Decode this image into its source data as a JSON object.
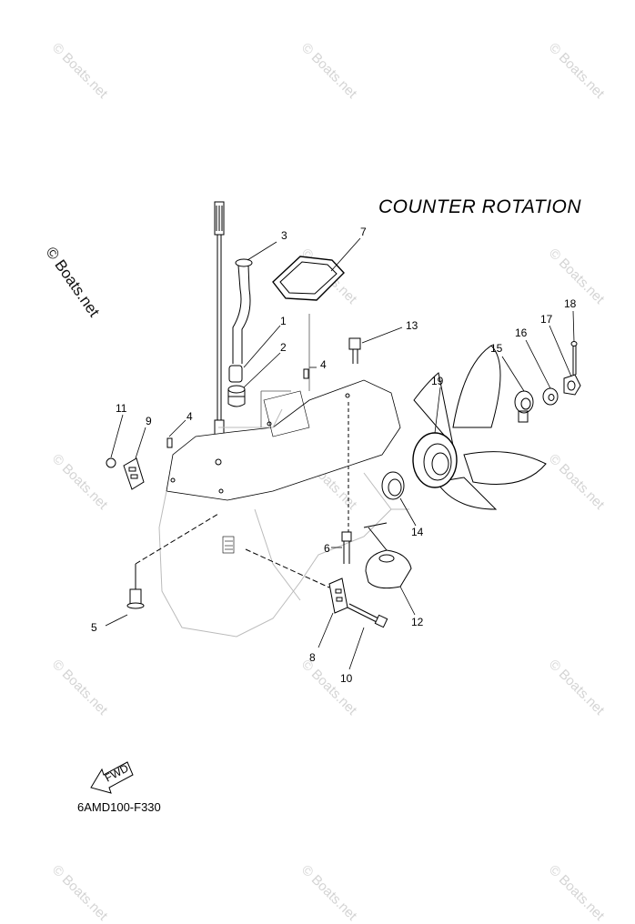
{
  "title": "COUNTER ROTATION",
  "diagram_code": "6AMD100-F330",
  "watermark": "© Boats.net",
  "fwd_label": "FWD",
  "callouts": [
    "1",
    "2",
    "3",
    "4",
    "4",
    "5",
    "6",
    "7",
    "8",
    "9",
    "10",
    "11",
    "12",
    "13",
    "14",
    "15",
    "16",
    "17",
    "18",
    "19"
  ]
}
